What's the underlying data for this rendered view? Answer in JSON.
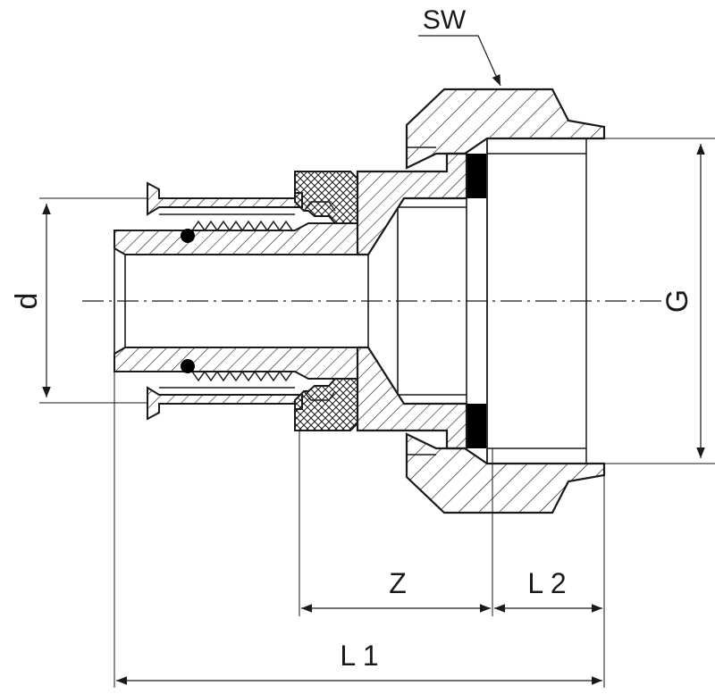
{
  "labels": {
    "sw": "SW",
    "d": "d",
    "g": "G",
    "z": "Z",
    "l1": "L 1",
    "l2": "L 2"
  },
  "colors": {
    "line": "#1a1a1a",
    "background": "#ffffff",
    "seal": "#000000"
  }
}
